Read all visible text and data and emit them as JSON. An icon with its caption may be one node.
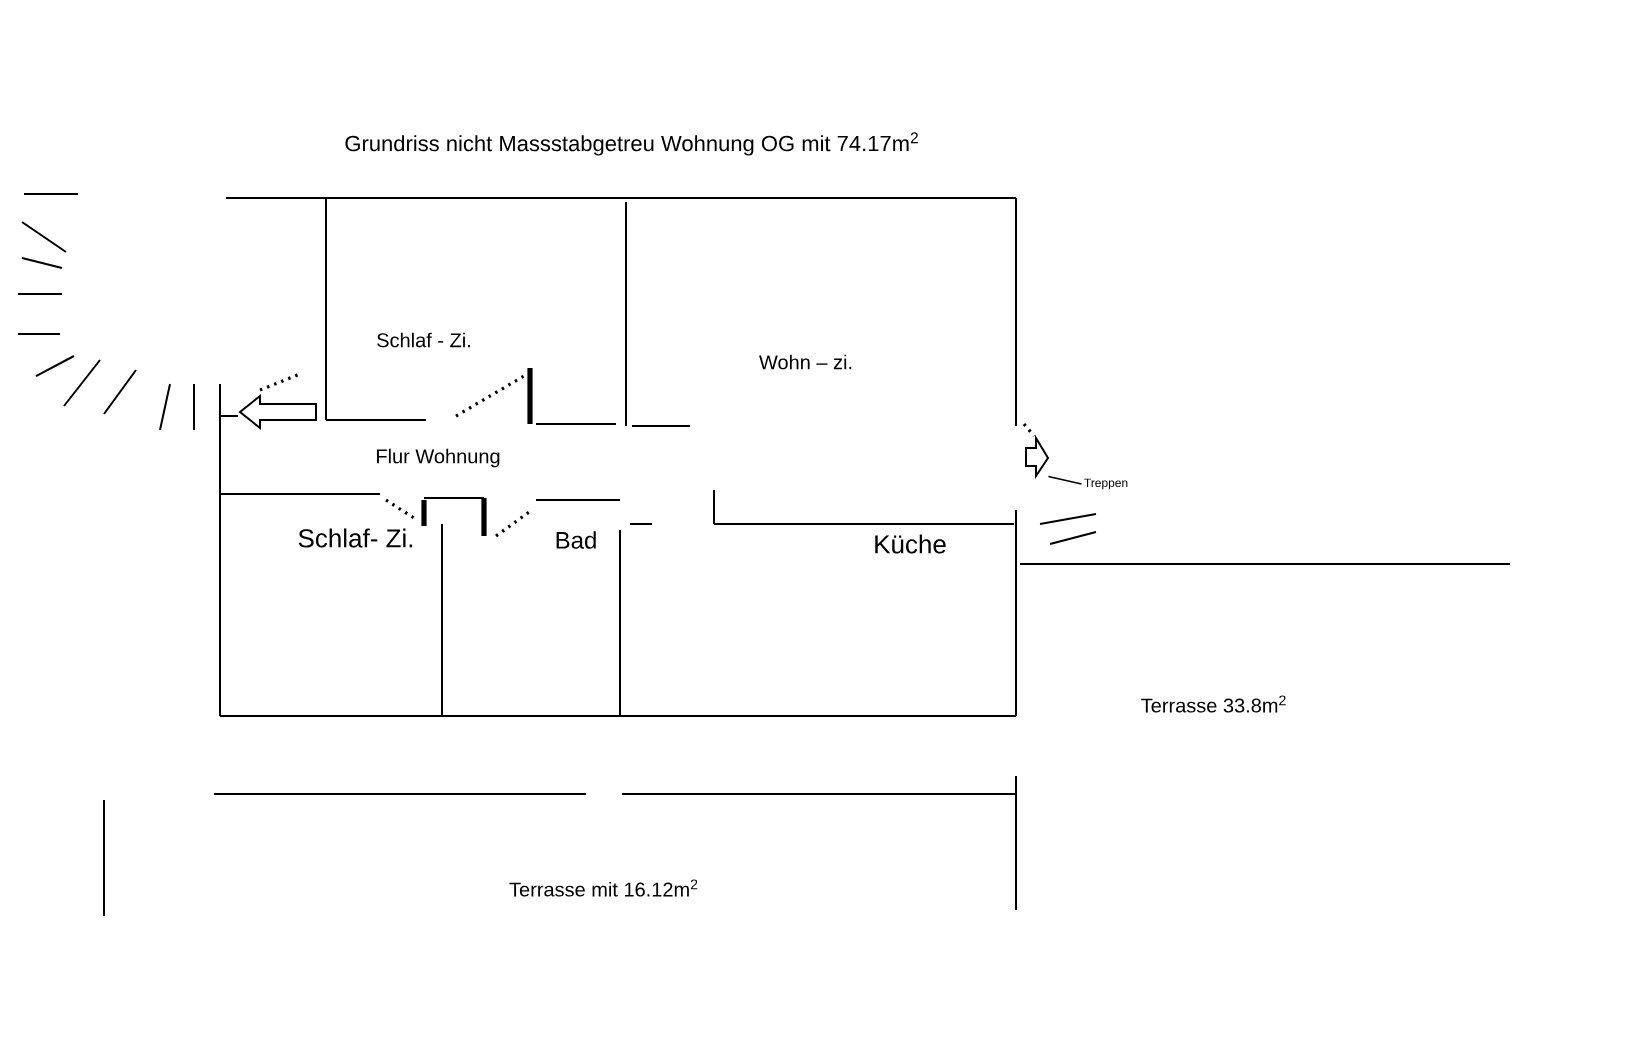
{
  "diagram": {
    "title": "Grundriss nicht Massstabgetreu Wohnung OG mit  74.17m$^{2}$",
    "nodes": [
      {
        "text": [
          "Treppen"
        ]
      },
      {
        "text": [],
        "shape": "arrow"
      }
    ],
    "edges": [
      {
        "from": 0,
        "to": 1,
        "arrow": "none"
      }
    ],
    "labels": [
      "Schlaf - Zi.",
      "Wohn – zi.",
      "Flur  Wohnung",
      "Schlaf- Zi.",
      "Bad",
      "Küche",
      "Terrasse 33.8m$^{2}$",
      "Terrasse mit 16.12m$^{2}$"
    ]
  }
}
